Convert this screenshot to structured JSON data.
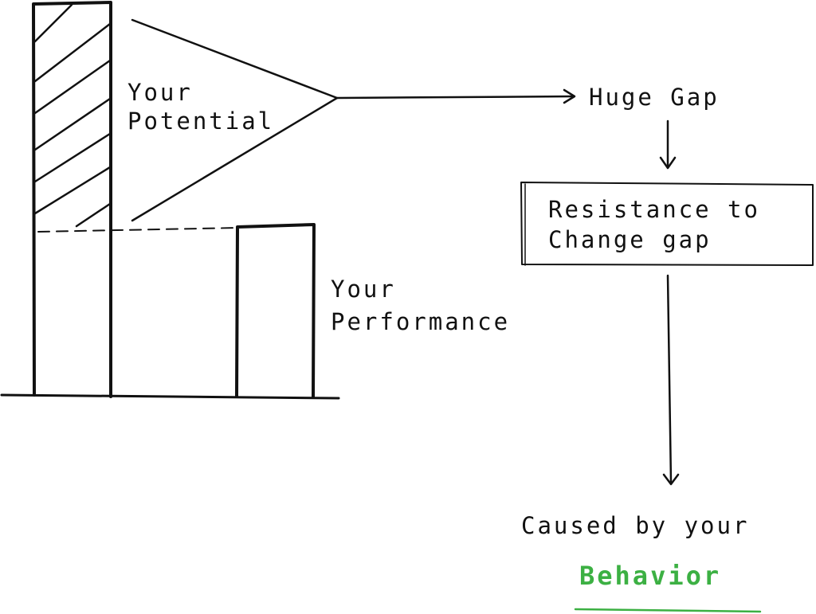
{
  "labels": {
    "potential_line1": "Your",
    "potential_line2": "Potential",
    "performance_line1": "Your",
    "performance_line2": "Performance",
    "huge_gap": "Huge Gap",
    "resistance_line1": "Resistance to",
    "resistance_line2": "Change gap",
    "caused_by": "Caused by your",
    "behavior": "Behavior"
  },
  "colors": {
    "ink": "#111111",
    "accent": "#3cb043"
  }
}
